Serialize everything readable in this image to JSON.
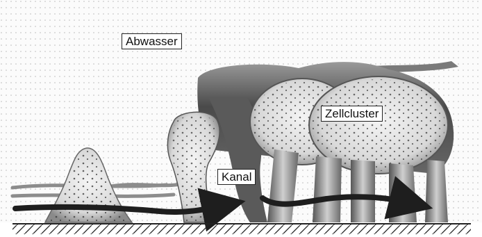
{
  "labels": {
    "water": "Abwasser",
    "cluster": "Zellcluster",
    "channel": "Kanal"
  },
  "colors": {
    "water_dots": "#b8b8b8",
    "biofilm_light": "#eeeeee",
    "biofilm_dark": "#444444",
    "flow_arrow": "#1e1e1e",
    "substrate": "#222222"
  }
}
